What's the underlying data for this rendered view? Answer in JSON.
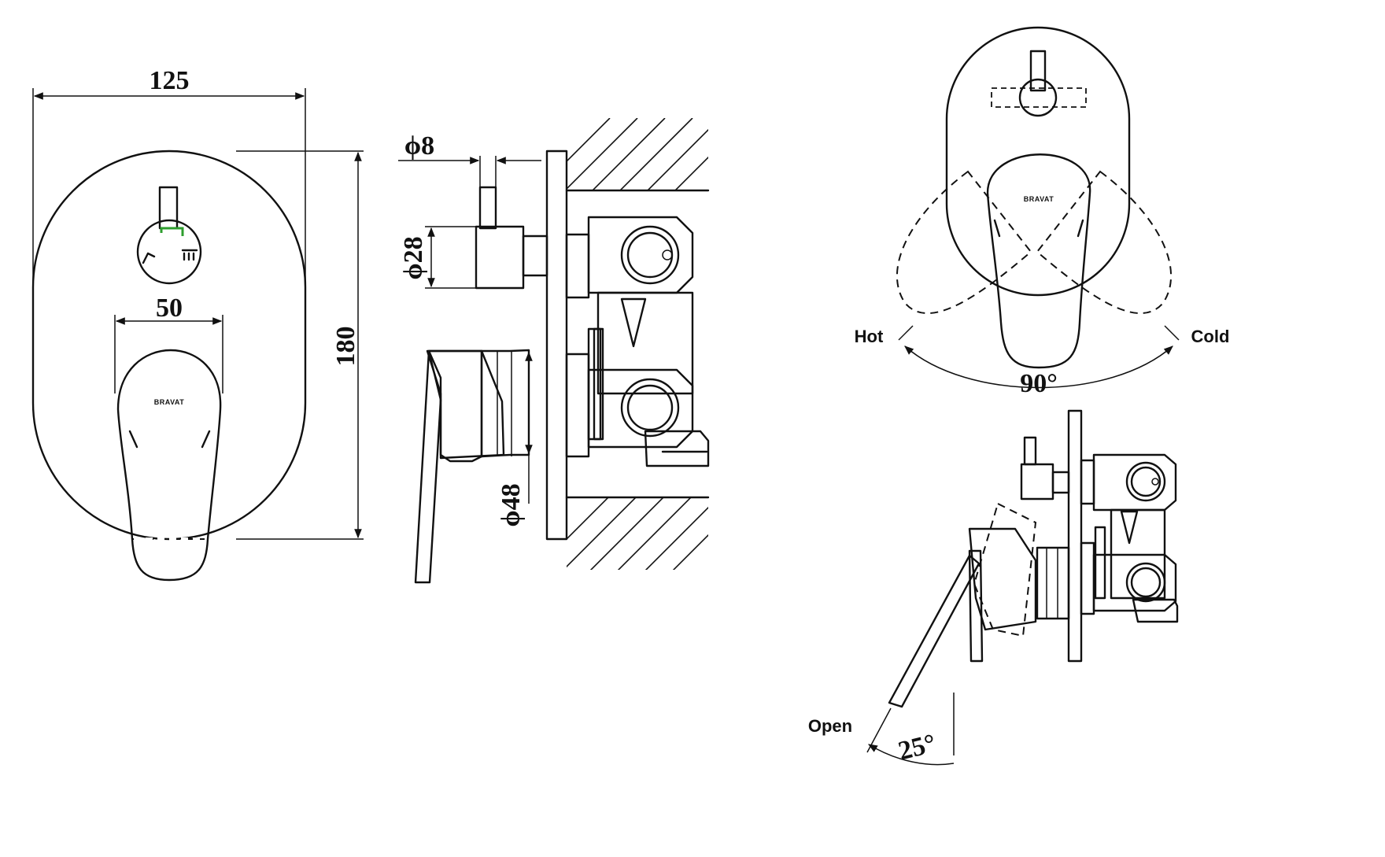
{
  "brand_mark": "BRAVAT",
  "dimensions": {
    "plate_width": "125",
    "plate_height": "180",
    "handle_width": "50",
    "spindle_dia": "ϕ8",
    "knob_dia": "ϕ28",
    "sleeve_dia": "ϕ48"
  },
  "rotation": {
    "hot_label": "Hot",
    "cold_label": "Cold",
    "angle": "90°"
  },
  "tilt": {
    "open_label": "Open",
    "angle": "25°"
  },
  "colors": {
    "line": "#111111",
    "indicator_green": "#2e9e2e"
  }
}
